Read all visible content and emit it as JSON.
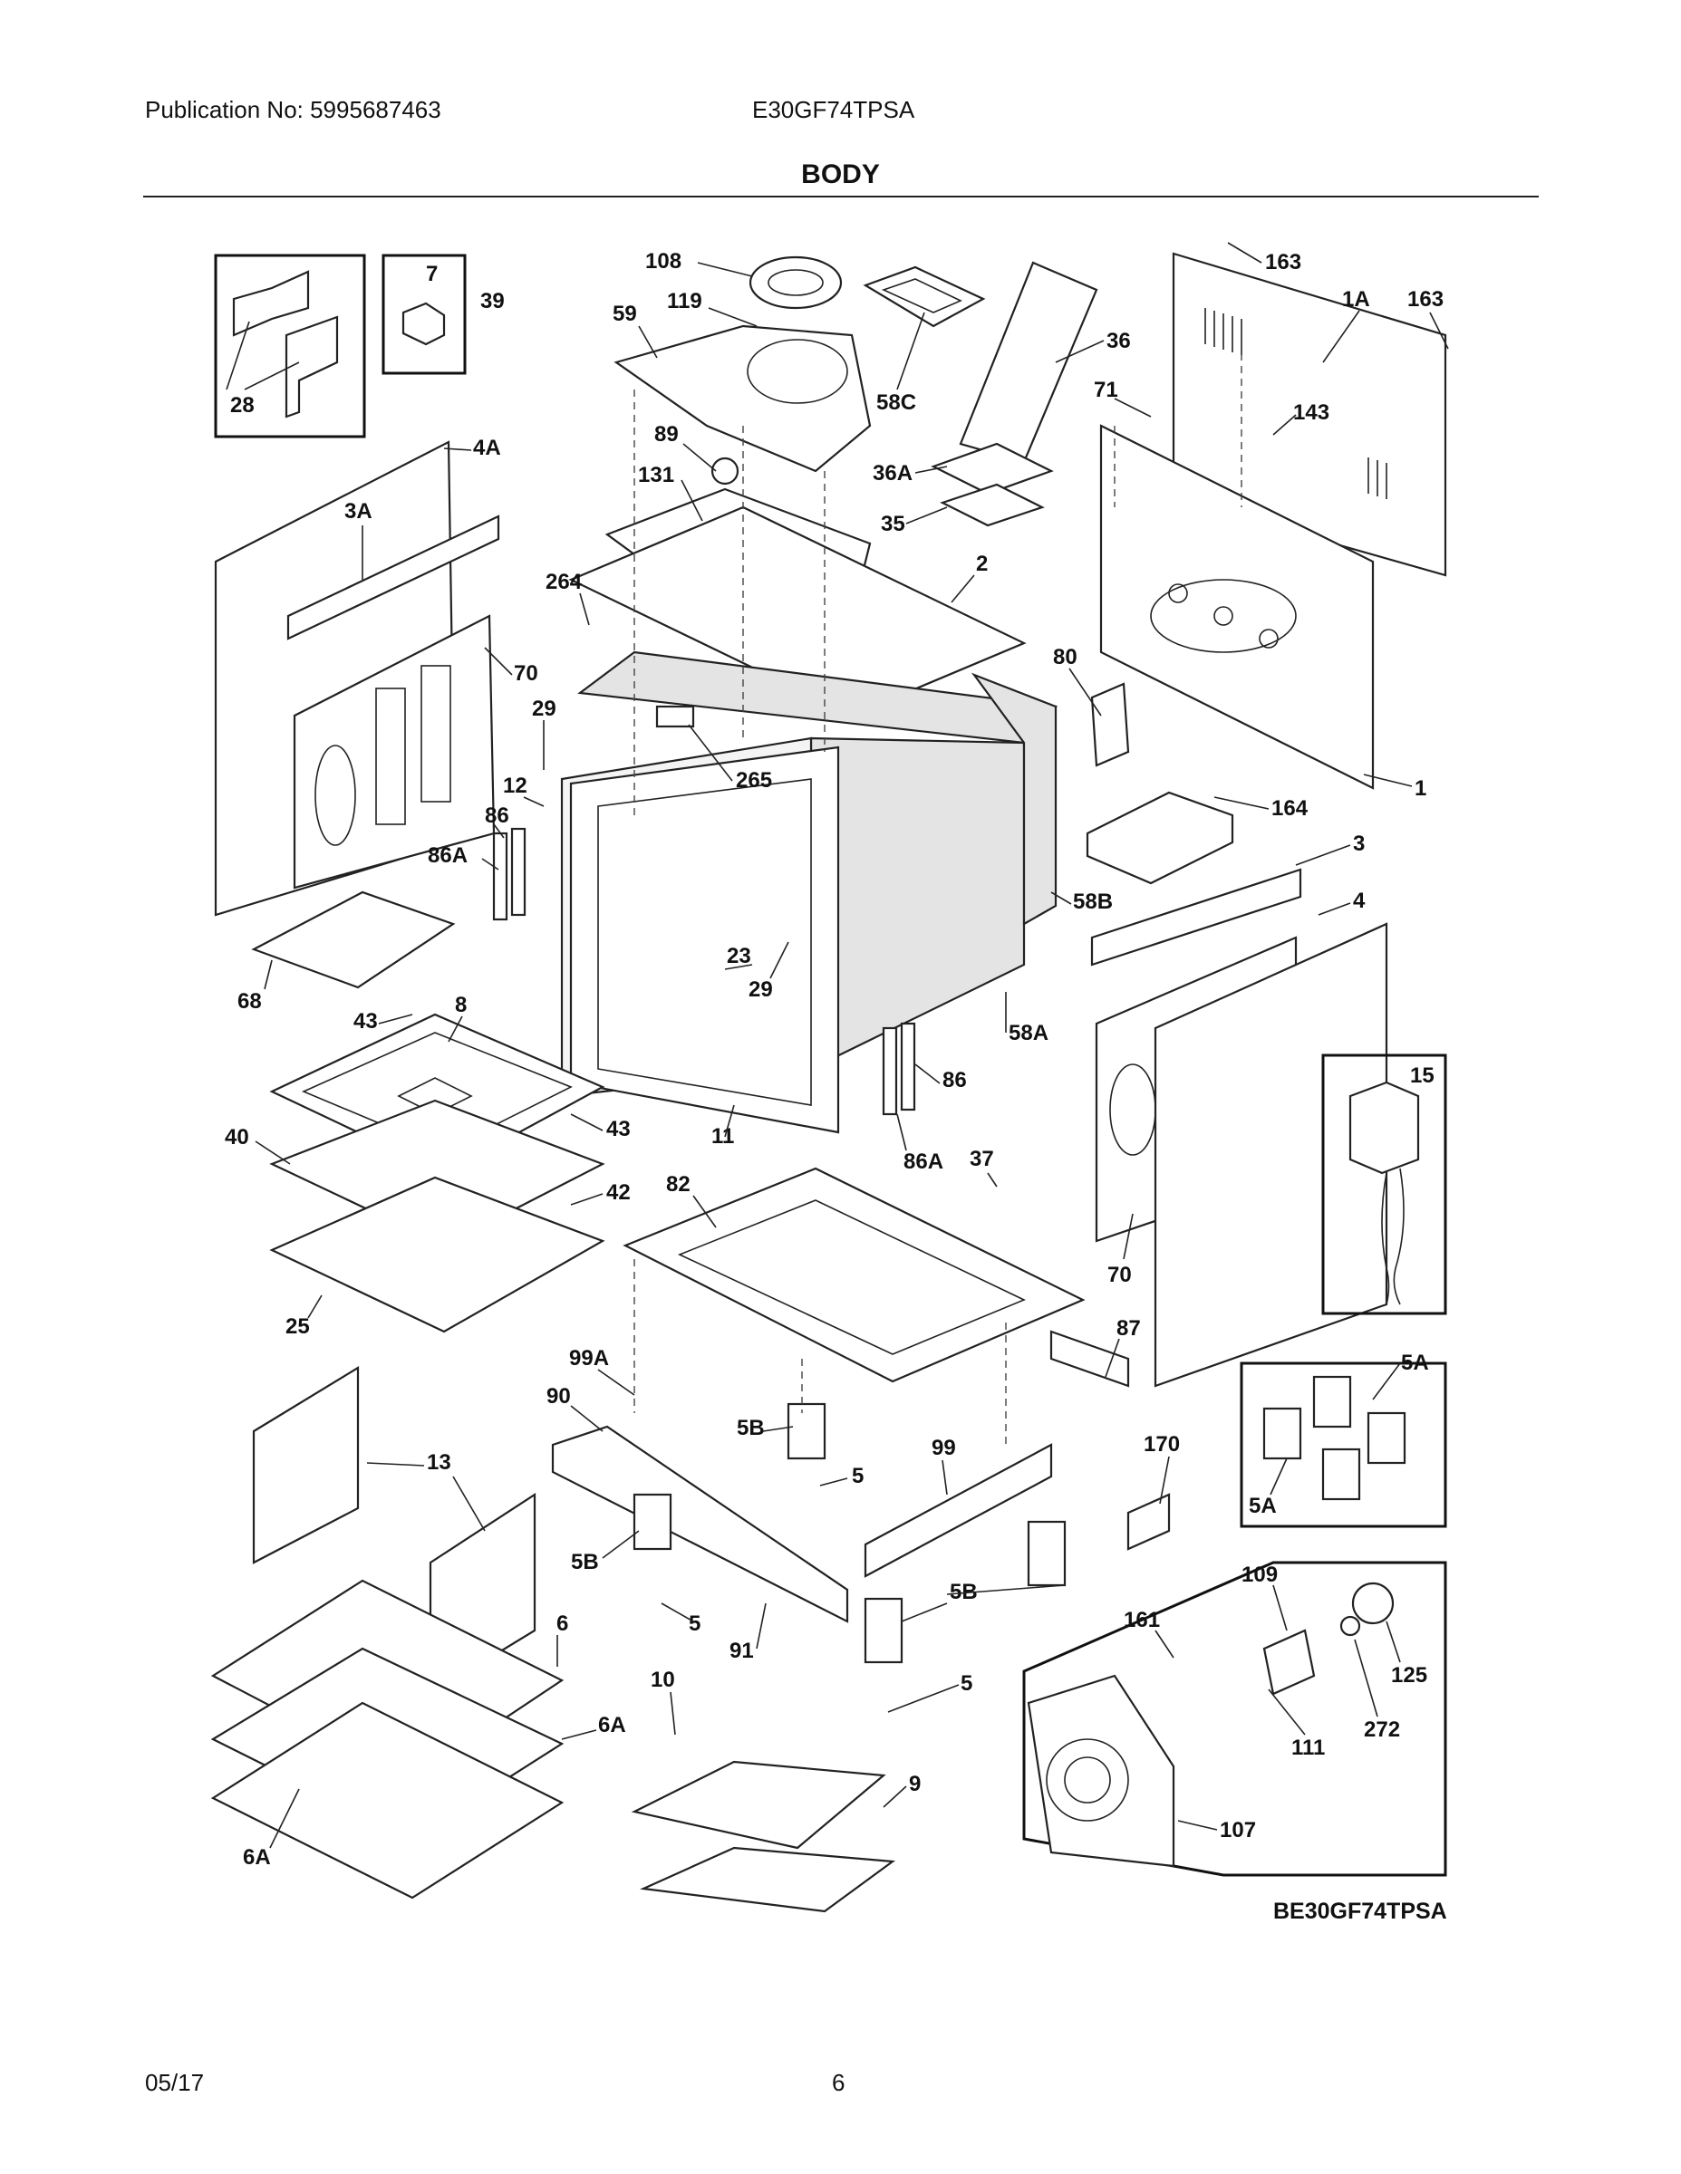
{
  "header": {
    "publication": "Publication No: 5995687463",
    "model": "E30GF74TPSA",
    "title": "BODY"
  },
  "footer": {
    "date": "05/17",
    "page": "6"
  },
  "diagram": {
    "id": "BE30GF74TPSA",
    "callouts": [
      "108",
      "119",
      "59",
      "58C",
      "36",
      "36A",
      "35",
      "163",
      "1A",
      "163",
      "71",
      "143",
      "1",
      "39",
      "7",
      "28",
      "4A",
      "3A",
      "70",
      "89",
      "131",
      "264",
      "2",
      "29",
      "265",
      "12",
      "86",
      "86A",
      "80",
      "164",
      "3",
      "58B",
      "4",
      "68",
      "43",
      "8",
      "23",
      "29",
      "58A",
      "40",
      "43",
      "42",
      "11",
      "86",
      "86A",
      "37",
      "70",
      "15",
      "82",
      "25",
      "99A",
      "87",
      "90",
      "5B",
      "5",
      "170",
      "5A",
      "5A",
      "13",
      "99",
      "5B",
      "5B",
      "5",
      "109",
      "161",
      "6",
      "91",
      "125",
      "10",
      "6A",
      "5",
      "272",
      "111",
      "9",
      "107",
      "6A"
    ]
  }
}
